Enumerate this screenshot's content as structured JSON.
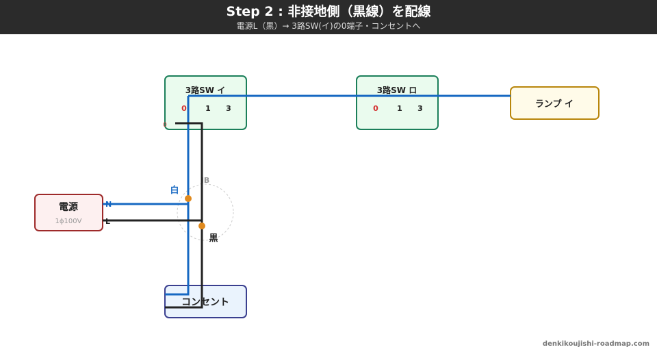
{
  "header": {
    "title": "Step 2 : 非接地側（黒線）を配線",
    "subtitle": "電源L（黒）→ 3路SW(イ)の0端子・コンセントへ"
  },
  "switch_i": {
    "label": "3路SW イ",
    "terminals": [
      "0",
      "1",
      "3"
    ],
    "side_mark": "0"
  },
  "switch_ro": {
    "label": "3路SW ロ",
    "terminals": [
      "0",
      "1",
      "3"
    ]
  },
  "lamp": {
    "label": "ランプ イ"
  },
  "source": {
    "label": "電源",
    "rating": "1ϕ100V",
    "n_label": "N",
    "l_label": "L"
  },
  "outlet": {
    "label": "コンセント"
  },
  "junction_box": {
    "label": "JB"
  },
  "wires": {
    "white_label": "白",
    "black_label": "黒"
  },
  "colors": {
    "white_wire": "#1668c2",
    "black_wire": "#222222",
    "terminal_zero": "#d32f2f",
    "joint": "#e08a1e",
    "switch_border": "#1b7f5a",
    "switch_fill": "#eafbee",
    "lamp_border": "#b8860b",
    "lamp_fill": "#fffbe9",
    "source_border": "#9e2a2a",
    "source_fill": "#fdf0f0",
    "outlet_border": "#3a3f8f",
    "outlet_fill": "#eaf3fd"
  },
  "credit": "denkikoujishi-roadmap.com"
}
